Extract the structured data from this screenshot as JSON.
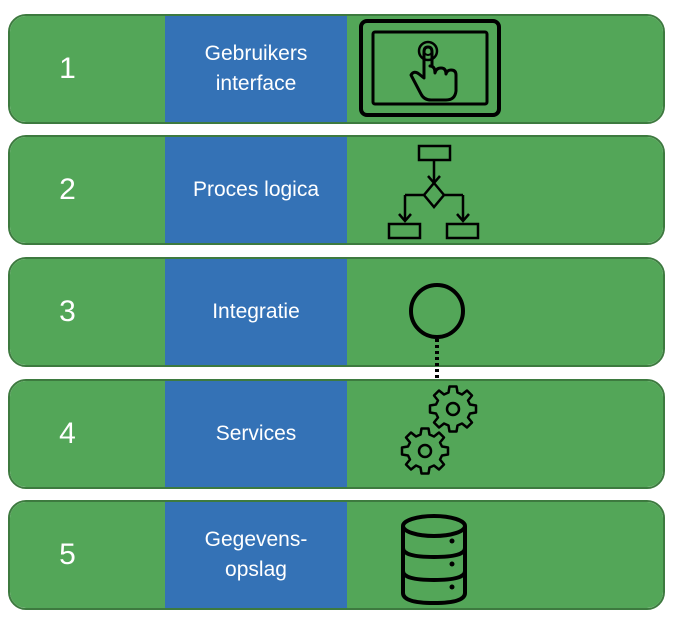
{
  "colors": {
    "layer_fill": "#53a658",
    "layer_border": "#3d7a3f",
    "label_fill": "#3472b6",
    "text": "#ffffff",
    "icon": "#000000"
  },
  "layers": [
    {
      "number": "1",
      "label": [
        "Gebruikers",
        "interface"
      ],
      "icon": "touchscreen-tablet-icon"
    },
    {
      "number": "2",
      "label": [
        "Proces logica"
      ],
      "icon": "flowchart-icon"
    },
    {
      "number": "3",
      "label": [
        "Integratie"
      ],
      "icon": "connector-node-icon"
    },
    {
      "number": "4",
      "label": [
        "Services"
      ],
      "icon": "gears-icon"
    },
    {
      "number": "5",
      "label": [
        "Gegevens-",
        "opslag"
      ],
      "icon": "database-icon"
    }
  ]
}
